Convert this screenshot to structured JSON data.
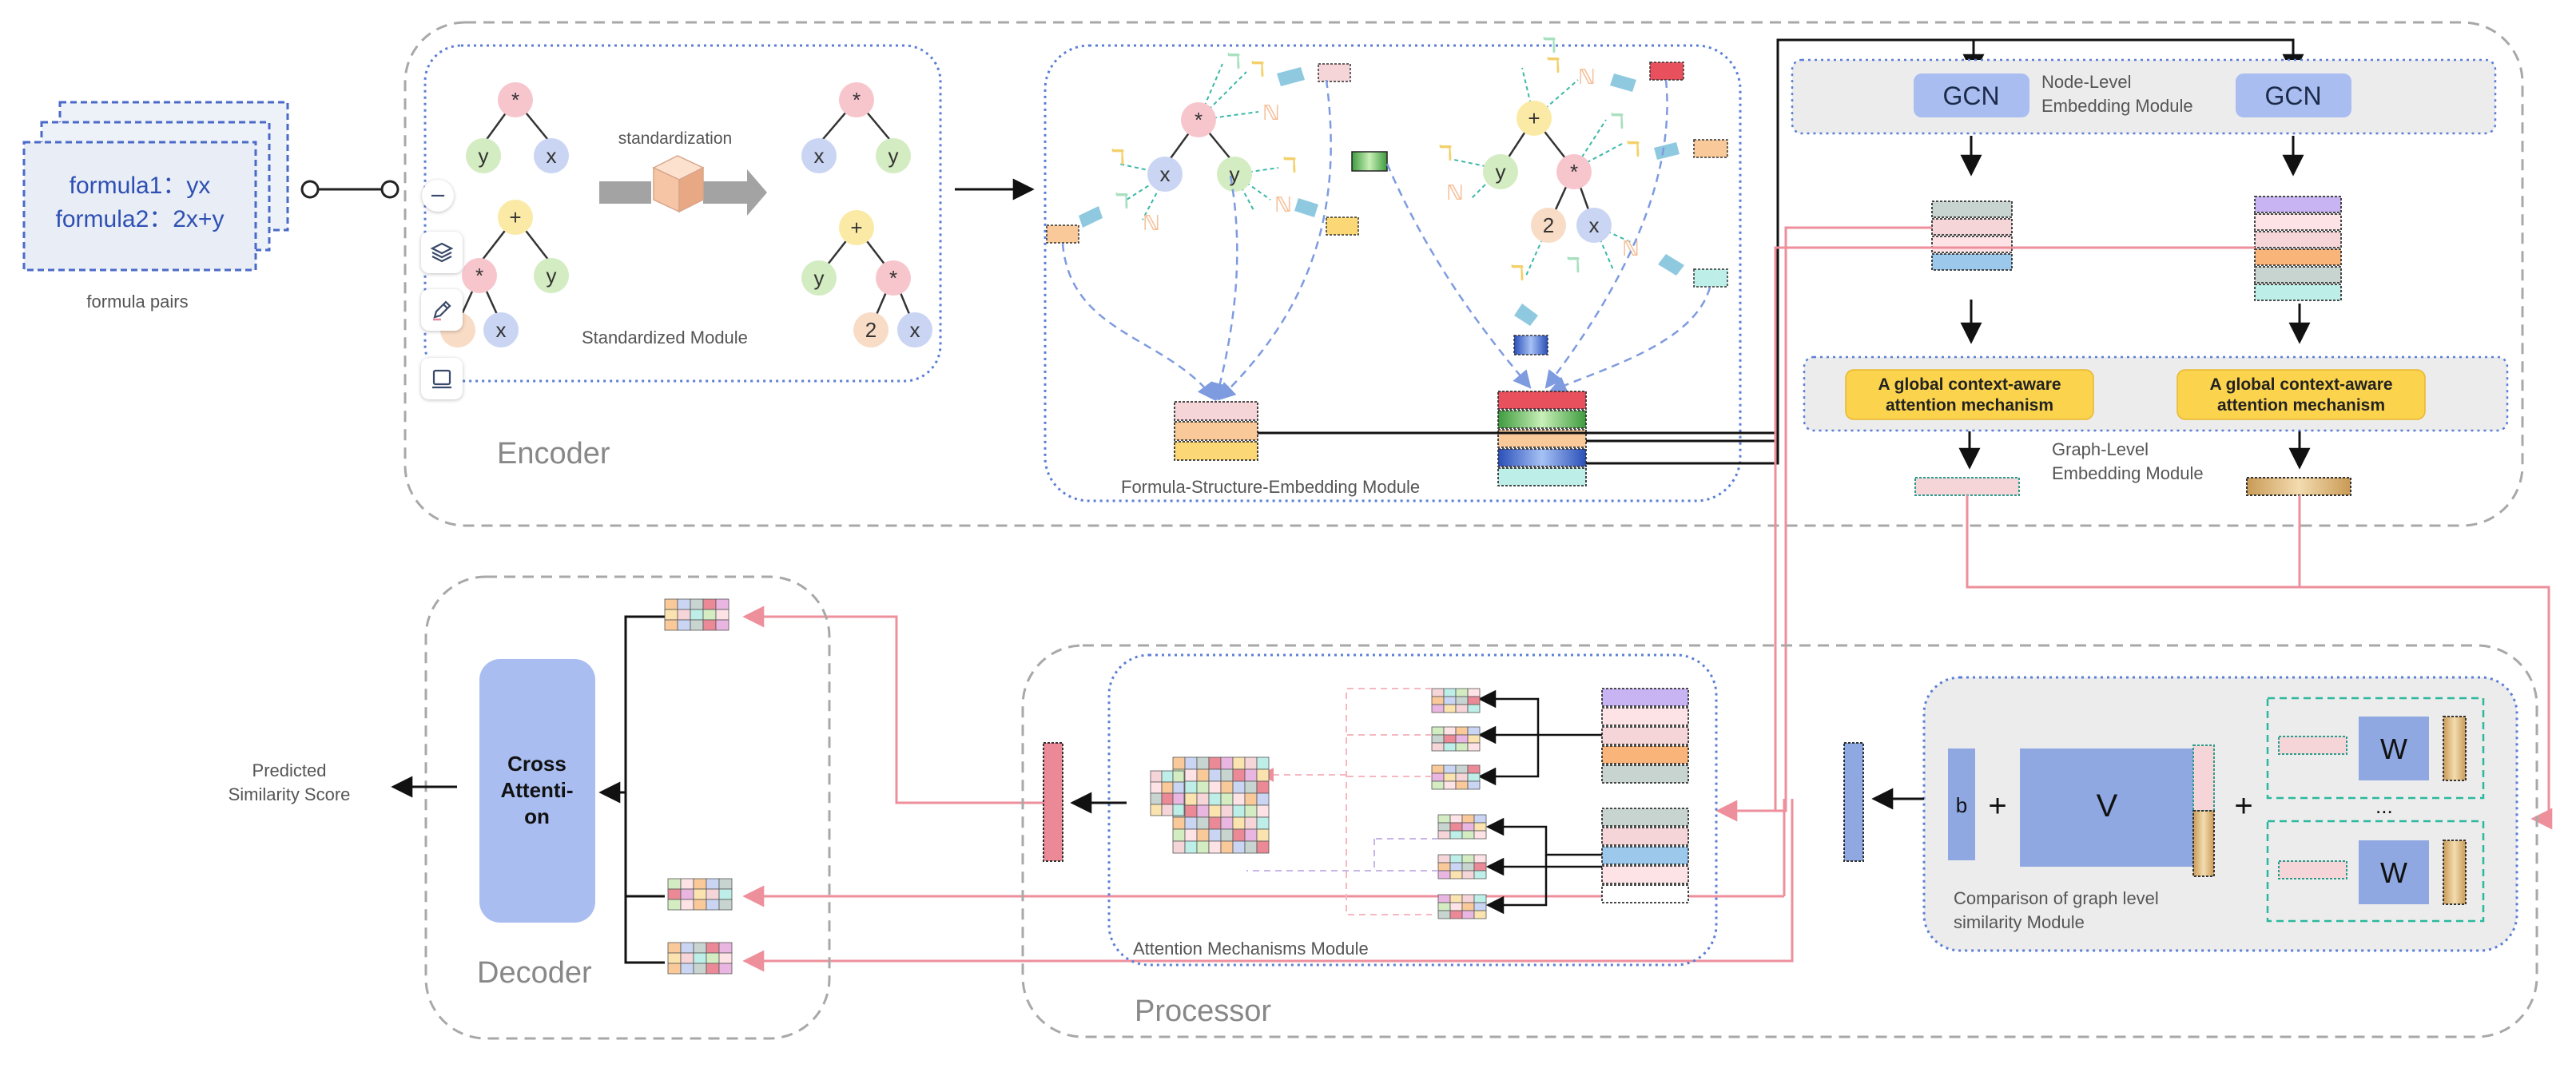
{
  "input": {
    "formula1": "formula1：yx",
    "formula2": "formula2：2x+y",
    "caption": "formula pairs"
  },
  "encoder": {
    "title": "Encoder",
    "standardization_label": "standardization",
    "standardized_module": "Standardized Module",
    "fse_module": "Formula-Structure-Embedding Module",
    "gcn1": "GCN",
    "gcn2": "GCN",
    "node_level_1": "Node-Level",
    "node_level_2": "Embedding Module",
    "att1_line1": "A global context-aware",
    "att1_line2": "attention mechanism",
    "att2_line1": "A global context-aware",
    "att2_line2": "attention mechanism",
    "graph_level_1": "Graph-Level",
    "graph_level_2": "Embedding Module"
  },
  "trees": {
    "t1": {
      "root": "*",
      "left": "y",
      "right": "x"
    },
    "t2": {
      "root": "+",
      "mid": "*",
      "right": "y",
      "leaf": "x"
    },
    "t3": {
      "root": "*",
      "left": "x",
      "right": "y"
    },
    "t4": {
      "root": "+",
      "left": "y",
      "mid": "*",
      "leaf1": "2",
      "leaf2": "x"
    },
    "g1": {
      "root": "*",
      "left": "x",
      "right": "y"
    },
    "g2": {
      "root": "+",
      "left": "y",
      "mid": "*",
      "leaf1": "2",
      "leaf2": "x"
    }
  },
  "processor": {
    "title": "Processor",
    "attention_module": "Attention Mechanisms Module",
    "b_label": "b",
    "v_label": "V",
    "w1_label": "W",
    "w2_label": "W",
    "plus1": "+",
    "plus2": "+",
    "ellipsis": "...",
    "comparison_1": "Comparison of graph level",
    "comparison_2": "similarity Module"
  },
  "decoder": {
    "title": "Decoder",
    "cross_1": "Cross",
    "cross_2": "Attenti-",
    "cross_3": "on",
    "output_1": "Predicted",
    "output_2": "Similarity Score"
  },
  "toolbar": {
    "icons": [
      "minus-icon",
      "layers-icon",
      "pen-icon",
      "frame-icon"
    ]
  },
  "colors": {
    "dash_gray": "#a8a8a8",
    "dot_blue": "#5b7fd6",
    "gcn_fill": "#a9bdf0",
    "att_fill": "#fbd34d",
    "pink_line": "#ee8f9c",
    "v_fill": "#8fa8e2"
  }
}
